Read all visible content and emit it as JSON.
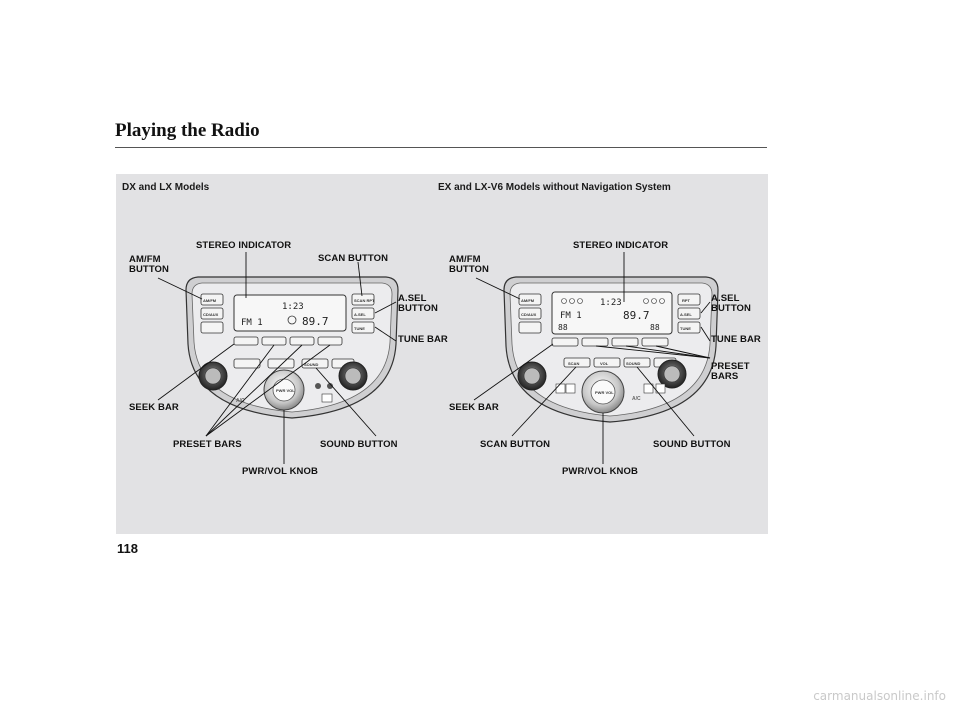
{
  "page": {
    "title": "Playing the Radio",
    "page_number": "118",
    "watermark": "carmanualsonline.info"
  },
  "figure_left": {
    "caption": "DX and LX Models",
    "callouts": {
      "stereo_indicator": "STEREO INDICATOR",
      "scan_button": "SCAN BUTTON",
      "am_fm_button": "AM/FM\nBUTTON",
      "asel_button": "A.SEL\nBUTTON",
      "tune_bar": "TUNE BAR",
      "seek_bar": "SEEK BAR",
      "preset_bars": "PRESET BARS",
      "sound_button": "SOUND BUTTON",
      "pwr_vol_knob": "PWR/VOL KNOB"
    },
    "display": {
      "clock": "1:23",
      "band": "FM 1",
      "frequency": "89.7"
    },
    "buttons": {
      "am_fm": "AM/FM",
      "cd_aux": "CD/AUX",
      "scan": "SCAN RPT",
      "asel": "A.SEL",
      "tune": "TUNE",
      "sound": "SOUND",
      "knob": "PWR VOL",
      "ac": "A/C"
    }
  },
  "figure_right": {
    "caption": "EX and LX-V6 Models without Navigation System",
    "callouts": {
      "stereo_indicator": "STEREO INDICATOR",
      "am_fm_button": "AM/FM\nBUTTON",
      "asel_button": "A.SEL\nBUTTON",
      "tune_bar": "TUNE BAR",
      "preset_bars": "PRESET\nBARS",
      "seek_bar": "SEEK BAR",
      "scan_button": "SCAN BUTTON",
      "sound_button": "SOUND BUTTON",
      "pwr_vol_knob": "PWR/VOL KNOB"
    },
    "display": {
      "clock": "1:23",
      "band": "FM 1",
      "frequency": "89.7",
      "temp_left": "88",
      "temp_right": "88"
    },
    "buttons": {
      "am_fm": "AM/FM",
      "cd_aux": "CD/AUX",
      "rpt": "RPT",
      "asel": "A.SEL",
      "tune": "TUNE",
      "scan": "SCAN",
      "vol": "VOL",
      "sound": "SOUND",
      "knob": "PWR VOL",
      "ac": "A/C"
    }
  }
}
